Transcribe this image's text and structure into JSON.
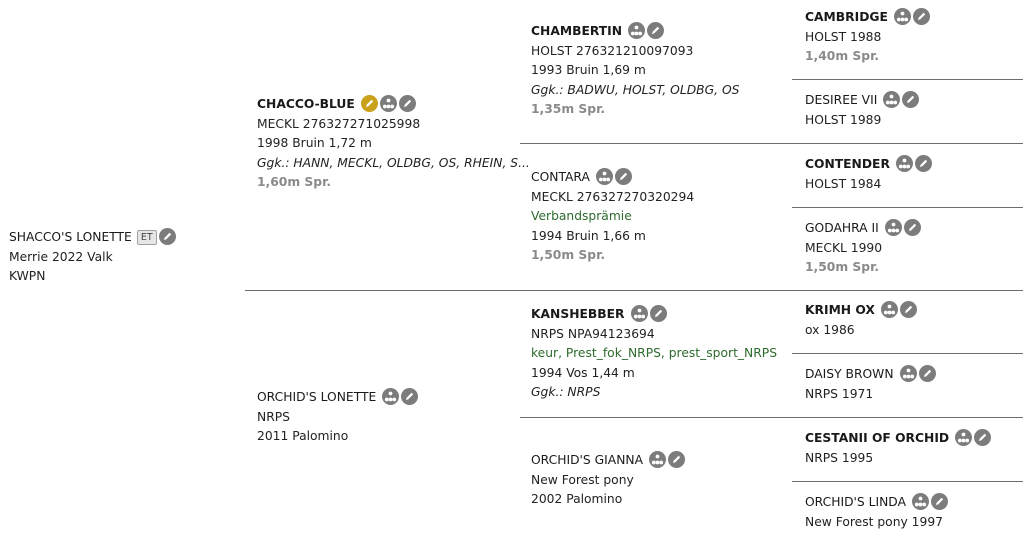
{
  "subject": {
    "name": "SHACCO'S LONETTE",
    "badge": "ET",
    "line1": "Merrie 2022 Valk",
    "line2": "KWPN"
  },
  "sire": {
    "name": "CHACCO-BLUE",
    "reg": "MECKL 276327271025998",
    "born": "1998 Bruin 1,72 m",
    "ggk": "Ggk.: HANN, MECKL, OLDBG, OS, RHEIN, S...",
    "spr": "1,60m Spr."
  },
  "dam": {
    "name": "ORCHID'S LONETTE",
    "reg": "NRPS",
    "born": "2011 Palomino"
  },
  "ss": {
    "name": "CHAMBERTIN",
    "reg": "HOLST 276321210097093",
    "born": "1993 Bruin 1,69 m",
    "ggk": "Ggk.: BADWU, HOLST, OLDBG, OS",
    "spr": "1,35m Spr."
  },
  "sd": {
    "name": "CONTARA",
    "reg": "MECKL 276327270320294",
    "award": "Verbandsprämie",
    "born": "1994 Bruin 1,66 m",
    "spr": "1,50m Spr."
  },
  "ds": {
    "name": "KANSHEBBER",
    "reg": "NRPS NPA94123694",
    "award": "keur, Prest_fok_NRPS, prest_sport_NRPS",
    "born": "1994 Vos 1,44 m",
    "ggk": "Ggk.: NRPS"
  },
  "dd": {
    "name": "ORCHID'S GIANNA",
    "breed": "New Forest pony",
    "born": "2002 Palomino"
  },
  "sss": {
    "name": "CAMBRIDGE",
    "line": "HOLST 1988",
    "spr": "1,40m Spr."
  },
  "ssd": {
    "name": "DESIREE VII",
    "line": "HOLST 1989"
  },
  "sds": {
    "name": "CONTENDER",
    "line": "HOLST 1984"
  },
  "sdd": {
    "name": "GODAHRA II",
    "line": "MECKL 1990",
    "spr": "1,50m Spr."
  },
  "dss": {
    "name": "KRIMH OX",
    "line": "ox 1986"
  },
  "dsd": {
    "name": "DAISY BROWN",
    "line": "NRPS 1971"
  },
  "dds": {
    "name": "CESTANII OF ORCHID",
    "line": "NRPS 1995"
  },
  "ddd": {
    "name": "ORCHID'S LINDA",
    "line": "New Forest pony 1997"
  },
  "icons": {
    "pedigree": "pedigree-tree-icon",
    "edit": "edit-pencil-icon",
    "highlight": "gold-pencil-icon"
  },
  "colors": {
    "line": "#6d6d6d",
    "icon": "#7c7c7c",
    "gold": "#c9a21a",
    "green": "#2e6b2e",
    "muted": "#8a8a8a"
  }
}
